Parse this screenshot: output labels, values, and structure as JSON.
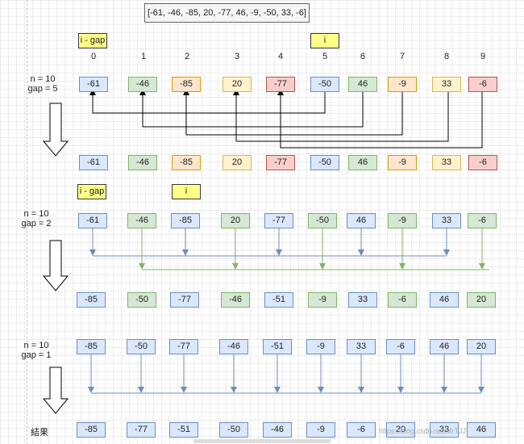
{
  "header": {
    "array_text": "[-61, -46, -85, 20, -77, 46, -9, -50, 33, -6]"
  },
  "indices": [
    "0",
    "1",
    "2",
    "3",
    "4",
    "5",
    "6",
    "7",
    "8",
    "9"
  ],
  "tags": {
    "i_minus_gap": "i - gap",
    "i": "i"
  },
  "labels": {
    "pass1_n": "n = 10",
    "pass1_gap": "gap = 5",
    "pass2_n": "n = 10",
    "pass2_gap": "gap = 2",
    "pass3_n": "n = 10",
    "pass3_gap": "gap = 1",
    "result": "結果"
  },
  "rows": {
    "row1": [
      "-61",
      "-46",
      "-85",
      "20",
      "-77",
      "-50",
      "46",
      "-9",
      "33",
      "-6"
    ],
    "row2": [
      "-61",
      "-46",
      "-85",
      "20",
      "-77",
      "-50",
      "46",
      "-9",
      "33",
      "-6"
    ],
    "row3": [
      "-61",
      "-46",
      "-85",
      "20",
      "-77",
      "-50",
      "46",
      "-9",
      "33",
      "-6"
    ],
    "row4": [
      "-85",
      "-50",
      "-77",
      "-46",
      "-51",
      "-9",
      "33",
      "-6",
      "46",
      "20"
    ],
    "row5": [
      "-85",
      "-50",
      "-77",
      "-46",
      "-51",
      "-9",
      "33",
      "-6",
      "46",
      "20"
    ],
    "row6": [
      "-85",
      "-77",
      "-51",
      "-50",
      "-46",
      "-9",
      "-6",
      "20",
      "33",
      "46"
    ]
  },
  "row_colors": {
    "row1": [
      "blue",
      "green",
      "orange",
      "yellow",
      "red",
      "blue",
      "green",
      "orange",
      "yellow",
      "red"
    ],
    "row2": [
      "blue",
      "green",
      "orange",
      "yellow",
      "red",
      "blue",
      "green",
      "orange",
      "yellow",
      "red"
    ],
    "row3": [
      "blue",
      "green",
      "blue",
      "green",
      "blue",
      "green",
      "blue",
      "green",
      "blue",
      "green"
    ],
    "row4": [
      "blue",
      "green",
      "blue",
      "green",
      "blue",
      "green",
      "blue",
      "green",
      "blue",
      "green"
    ],
    "row5": [
      "blue",
      "blue",
      "blue",
      "blue",
      "blue",
      "blue",
      "blue",
      "blue",
      "blue",
      "blue"
    ],
    "row6": [
      "blue",
      "blue",
      "blue",
      "blue",
      "blue",
      "blue",
      "blue",
      "blue",
      "blue",
      "blue"
    ]
  },
  "watermark": "https://blog.csdn.net/MrTJJ",
  "colors": {
    "blue_line": "#6c8ebf",
    "green_line": "#82b366",
    "arrow_dark": "#000000"
  }
}
